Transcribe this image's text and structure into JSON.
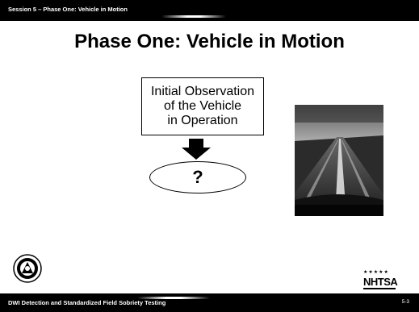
{
  "header": {
    "session_label": "Session 5 – Phase  One: Vehicle in Motion"
  },
  "slide": {
    "title": "Phase One:  Vehicle in Motion",
    "box_lines": [
      "Initial Observation",
      "of the Vehicle",
      "in Operation"
    ],
    "question": "?"
  },
  "logos": {
    "seal": "dot-seal-icon",
    "nhtsa_text": "NHTSA",
    "nhtsa_stars": "★★★★★"
  },
  "footer": {
    "course_title": "DWI Detection and Standardized Field Sobriety Testing",
    "page_number": "5-3"
  }
}
